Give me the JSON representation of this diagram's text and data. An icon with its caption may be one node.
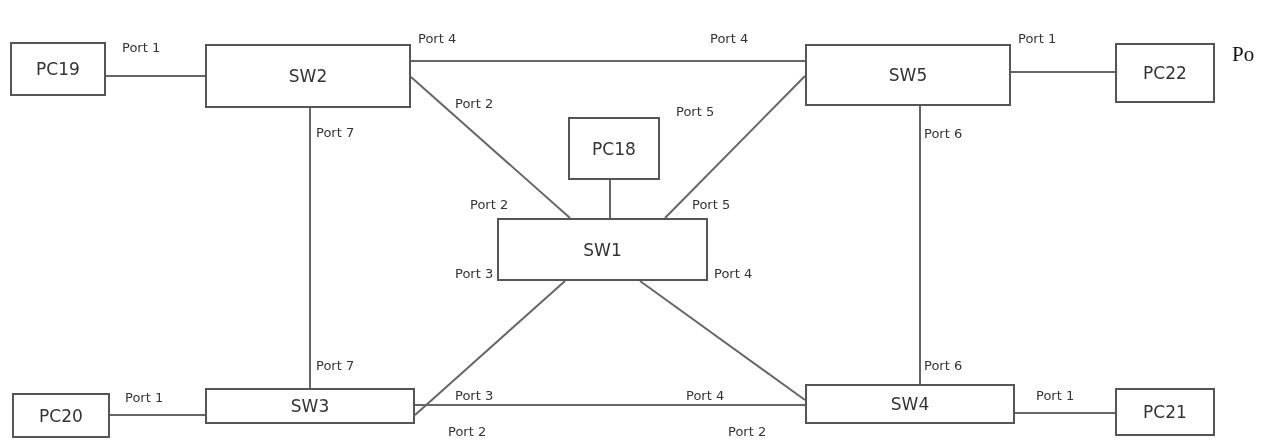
{
  "diagram": {
    "nodes": [
      {
        "text": [
          "PC19"
        ]
      },
      {
        "text": [
          "SW2"
        ]
      },
      {
        "text": [
          "SW5"
        ]
      },
      {
        "text": [
          "PC22"
        ]
      },
      {
        "text": [
          "PC18"
        ]
      },
      {
        "text": [
          "SW1"
        ]
      },
      {
        "text": [
          "PC20"
        ]
      },
      {
        "text": [
          "SW3"
        ]
      },
      {
        "text": [
          "SW4"
        ]
      },
      {
        "text": [
          "PC21"
        ]
      }
    ],
    "edges": [
      {
        "from": 0,
        "to": 1,
        "arrow": "none"
      },
      {
        "from": 1,
        "to": 2,
        "arrow": "none"
      },
      {
        "from": 2,
        "to": 3,
        "arrow": "none"
      },
      {
        "from": 1,
        "to": 5,
        "arrow": "none"
      },
      {
        "from": 2,
        "to": 5,
        "arrow": "none"
      },
      {
        "from": 4,
        "to": 5,
        "arrow": "none"
      },
      {
        "from": 1,
        "to": 7,
        "arrow": "none"
      },
      {
        "from": 2,
        "to": 8,
        "arrow": "none"
      },
      {
        "from": 5,
        "to": 7,
        "arrow": "none"
      },
      {
        "from": 5,
        "to": 8,
        "arrow": "none"
      },
      {
        "from": 6,
        "to": 7,
        "arrow": "none"
      },
      {
        "from": 7,
        "to": 8,
        "arrow": "none"
      },
      {
        "from": 8,
        "to": 9,
        "arrow": "none"
      }
    ],
    "labels": [
      "Port 1",
      "Port 4",
      "Port 4",
      "Port 1",
      "Po",
      "Port 2",
      "Port 5",
      "Port 7",
      "Port 6",
      "Port 2",
      "Port 5",
      "Port 3",
      "Port 4",
      "Port 7",
      "Port 6",
      "Port 1",
      "Port 3",
      "Port 4",
      "Port 1",
      "Port 2",
      "Port 2"
    ]
  }
}
